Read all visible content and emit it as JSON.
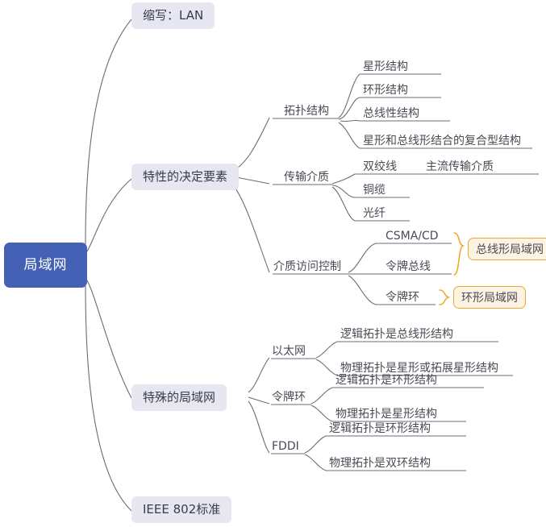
{
  "diagram": {
    "type": "mind-map",
    "colors": {
      "root_fill": "#4561b5",
      "root_text": "#ffffff",
      "branch_fill": "#e6e7f1",
      "branch_text": "#3c3c46",
      "line": "#6b6b78",
      "group_border": "#f0a92e",
      "group_fill": "#fdf3e3",
      "background": "#ffffff"
    },
    "root": {
      "label": "局域网"
    },
    "branches": [
      {
        "label": "缩写：LAN"
      },
      {
        "label": "特性的决定要素",
        "children": [
          {
            "label": "拓扑结构",
            "leaves": [
              {
                "label": "星形结构"
              },
              {
                "label": "环形结构"
              },
              {
                "label": "总线性结构"
              },
              {
                "label": "星形和总线形结合的复合型结构"
              }
            ]
          },
          {
            "label": "传输介质",
            "leaves": [
              {
                "label": "双绞线",
                "note": "主流传输介质"
              },
              {
                "label": "铜缆"
              },
              {
                "label": "光纤"
              }
            ]
          },
          {
            "label": "介质访问控制",
            "leaves": [
              {
                "label": "CSMA/CD"
              },
              {
                "label": "令牌总线"
              },
              {
                "label": "令牌环"
              }
            ],
            "groups": [
              {
                "label": "总线形局域网"
              },
              {
                "label": "环形局域网"
              }
            ]
          }
        ]
      },
      {
        "label": "特殊的局域网",
        "children": [
          {
            "label": "以太网",
            "leaves": [
              {
                "label": "逻辑拓扑是总线形结构"
              },
              {
                "label": "物理拓扑是星形或拓展星形结构"
              }
            ]
          },
          {
            "label": "令牌环",
            "leaves": [
              {
                "label": "逻辑拓扑是环形结构"
              },
              {
                "label": "物理拓扑是星形结构"
              }
            ]
          },
          {
            "label": "FDDI",
            "leaves": [
              {
                "label": "逻辑拓扑是环形结构"
              },
              {
                "label": "物理拓扑是双环结构"
              }
            ]
          }
        ]
      },
      {
        "label": "IEEE 802标准"
      }
    ]
  }
}
